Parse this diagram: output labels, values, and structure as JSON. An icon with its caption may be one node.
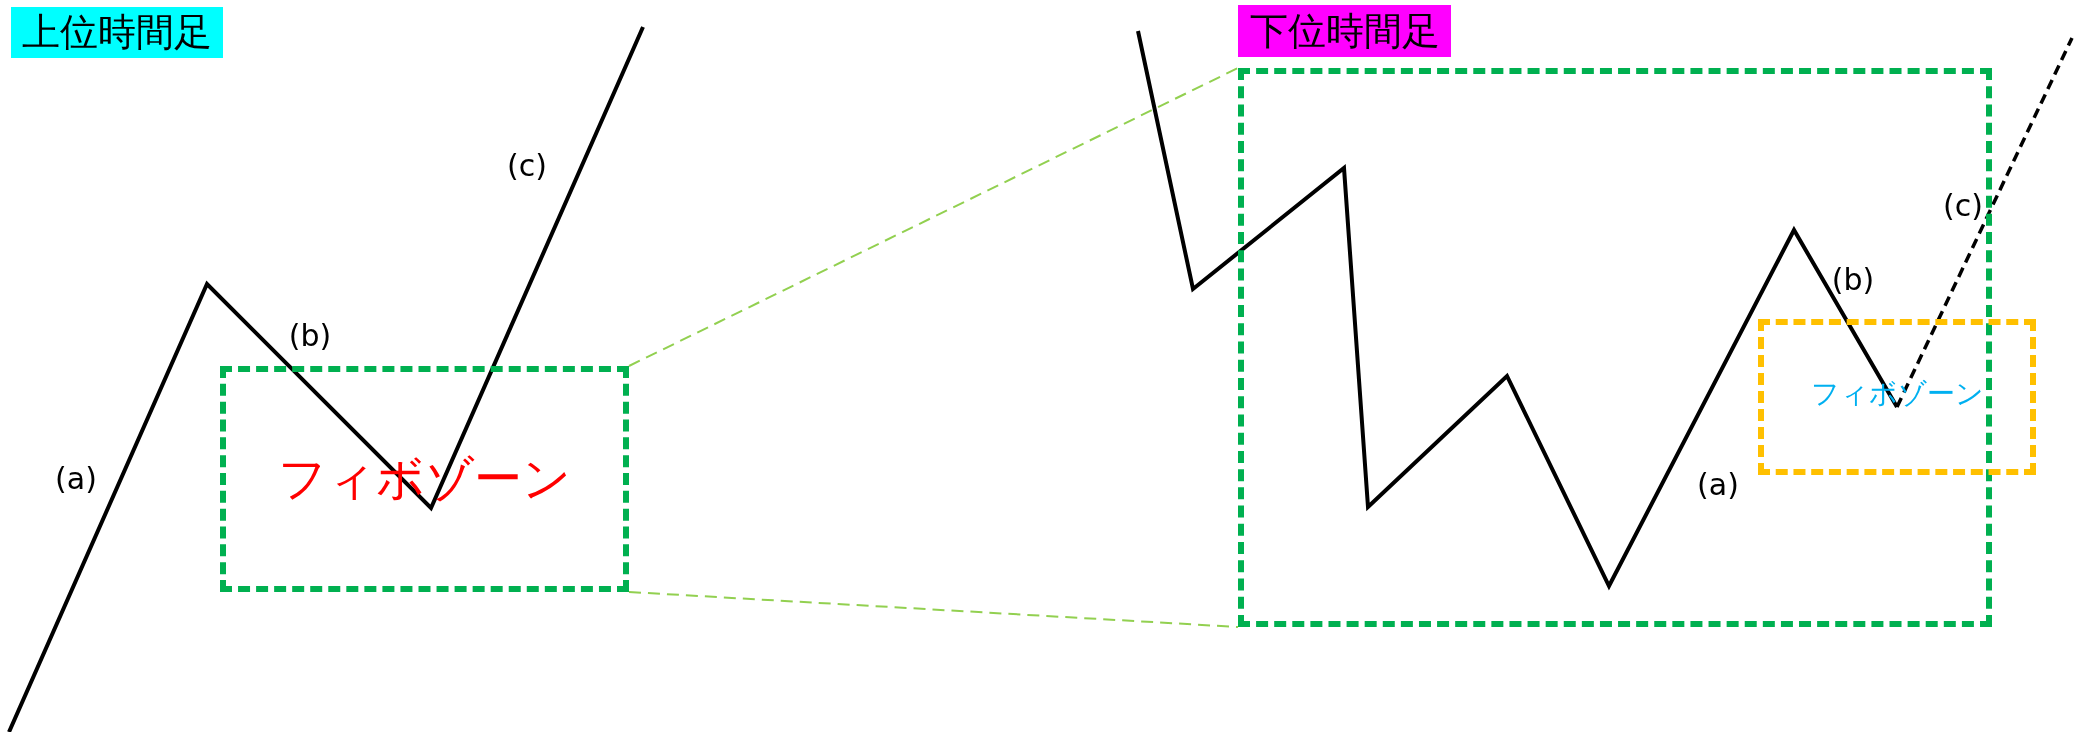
{
  "diagram": {
    "nodes": [
      {
        "text": [
          "上位時間足"
        ]
      },
      {
        "text": [
          "フィボゾーン"
        ]
      },
      {
        "text": [
          "下位時間足"
        ]
      },
      {
        "text": [],
        "shape": "box"
      },
      {
        "text": [
          "フィボゾーン"
        ]
      }
    ],
    "edges": [
      {
        "from": 1,
        "to": 3,
        "arrow": "none",
        "style": "dashed",
        "color": "#92d050"
      },
      {
        "from": 1,
        "to": 3,
        "arrow": "none",
        "style": "dashed",
        "color": "#92d050"
      }
    ],
    "labels": [
      "(c)",
      "(b)",
      "(a)",
      "(c)",
      "(b)",
      "(a)"
    ]
  }
}
